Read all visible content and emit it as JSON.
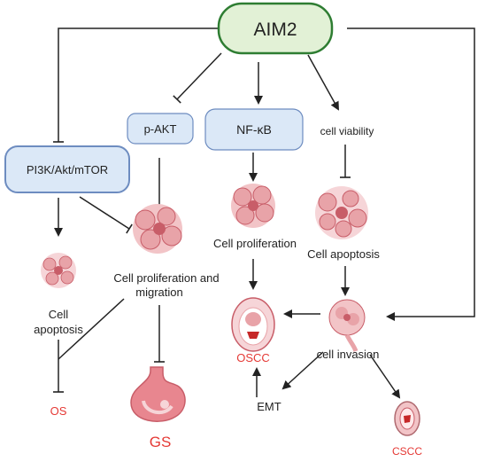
{
  "colors": {
    "aim2_fill": "#e2f1d6",
    "aim2_stroke": "#2e7d32",
    "box_fill": "#dbe8f7",
    "box_stroke": "#6d8cc0",
    "arrow": "#222222",
    "disease_text": "#e53935",
    "cell": "#e8a3a8",
    "cell_dark": "#c85d68"
  },
  "nodes": {
    "aim2": "AIM2",
    "pakt": "p-AKT",
    "nfkb": "NF-κB",
    "cell_viability": "cell viability",
    "pi3k": "PI3K/Akt/mTOR",
    "cell_proliferation_migration_line1": "Cell proliferation and",
    "cell_proliferation_migration_line2": "migration",
    "cell_proliferation": "Cell proliferation",
    "cell_apoptosis_right": "Cell apoptosis",
    "cell_apoptosis_left_line1": "Cell",
    "cell_apoptosis_left_line2": "apoptosis",
    "cell_invasion": "cell  invasion",
    "emt": "EMT",
    "os": "OS",
    "gs": "GS",
    "oscc": "OSCC",
    "cscc": "CSCC"
  },
  "icons": [
    "cell-cluster-icon",
    "tumor-cell-icon",
    "stomach-icon",
    "mouth-icon",
    "cervix-icon"
  ]
}
